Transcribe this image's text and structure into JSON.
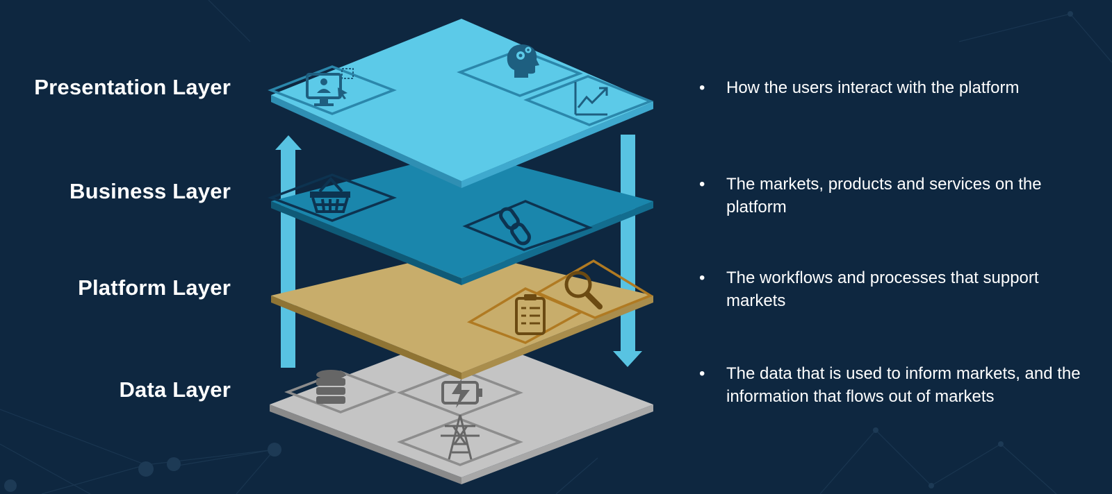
{
  "layers": [
    {
      "id": "presentation",
      "label": "Presentation Layer",
      "color": "#5ccae8",
      "edge": "#2f8fb3",
      "icons": [
        "monitor-user-icon",
        "head-gears-icon",
        "trend-chart-icon"
      ]
    },
    {
      "id": "business",
      "label": "Business Layer",
      "color": "#1a86ac",
      "edge": "#0f5a77",
      "icons": [
        "shopping-basket-icon",
        "chain-link-icon"
      ]
    },
    {
      "id": "platform",
      "label": "Platform Layer",
      "color": "#c8ad6b",
      "edge": "#8f7434",
      "icons": [
        "clipboard-checklist-icon",
        "magnifier-icon"
      ]
    },
    {
      "id": "data",
      "label": "Data Layer",
      "color": "#c4c4c4",
      "edge": "#8a8a8a",
      "icons": [
        "database-icon",
        "battery-charging-icon",
        "power-tower-icon"
      ]
    }
  ],
  "descriptions": [
    {
      "bullet": "•",
      "text": "How the users interact with the platform"
    },
    {
      "bullet": "•",
      "text": "The markets, products and services on the platform"
    },
    {
      "bullet": "•",
      "text": "The workflows and processes that support markets"
    },
    {
      "bullet": "•",
      "text": "The data that is used to inform markets, and the information that flows out of markets"
    }
  ],
  "colors": {
    "background": "#0e2740",
    "arrow": "#58c3e2",
    "text": "#ffffff"
  }
}
